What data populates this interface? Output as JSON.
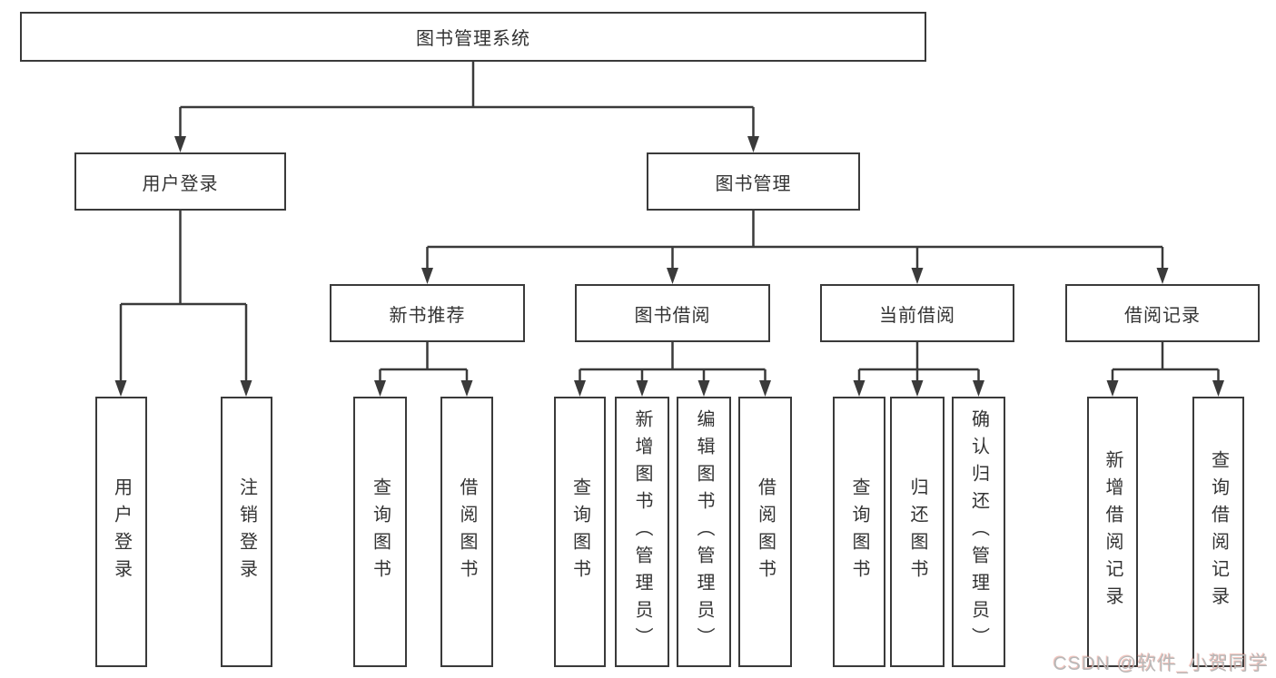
{
  "tree": {
    "root": {
      "label": "图书管理系统",
      "children": [
        {
          "label": "用户登录",
          "children": [
            {
              "label": "用户登录"
            },
            {
              "label": "注销登录"
            }
          ]
        },
        {
          "label": "图书管理",
          "children": [
            {
              "label": "新书推荐",
              "children": [
                {
                  "label": "查询图书"
                },
                {
                  "label": "借阅图书"
                }
              ]
            },
            {
              "label": "图书借阅",
              "children": [
                {
                  "label": "查询图书"
                },
                {
                  "label": "新增图书（管理员）"
                },
                {
                  "label": "编辑图书（管理员）"
                },
                {
                  "label": "借阅图书"
                }
              ]
            },
            {
              "label": "当前借阅",
              "children": [
                {
                  "label": "查询图书"
                },
                {
                  "label": "归还图书"
                },
                {
                  "label": "确认归还（管理员）"
                }
              ]
            },
            {
              "label": "借阅记录",
              "children": [
                {
                  "label": "新增借阅记录"
                },
                {
                  "label": "查询借阅记录"
                }
              ]
            }
          ]
        }
      ]
    }
  },
  "watermark": {
    "text": "CSDN @软件_小贺同学"
  },
  "colors": {
    "line": "#3a3a3a",
    "box_border": "#3a3a3a",
    "text": "#333333",
    "watermark_text": "#b8b8b8",
    "background": "#ffffff"
  }
}
